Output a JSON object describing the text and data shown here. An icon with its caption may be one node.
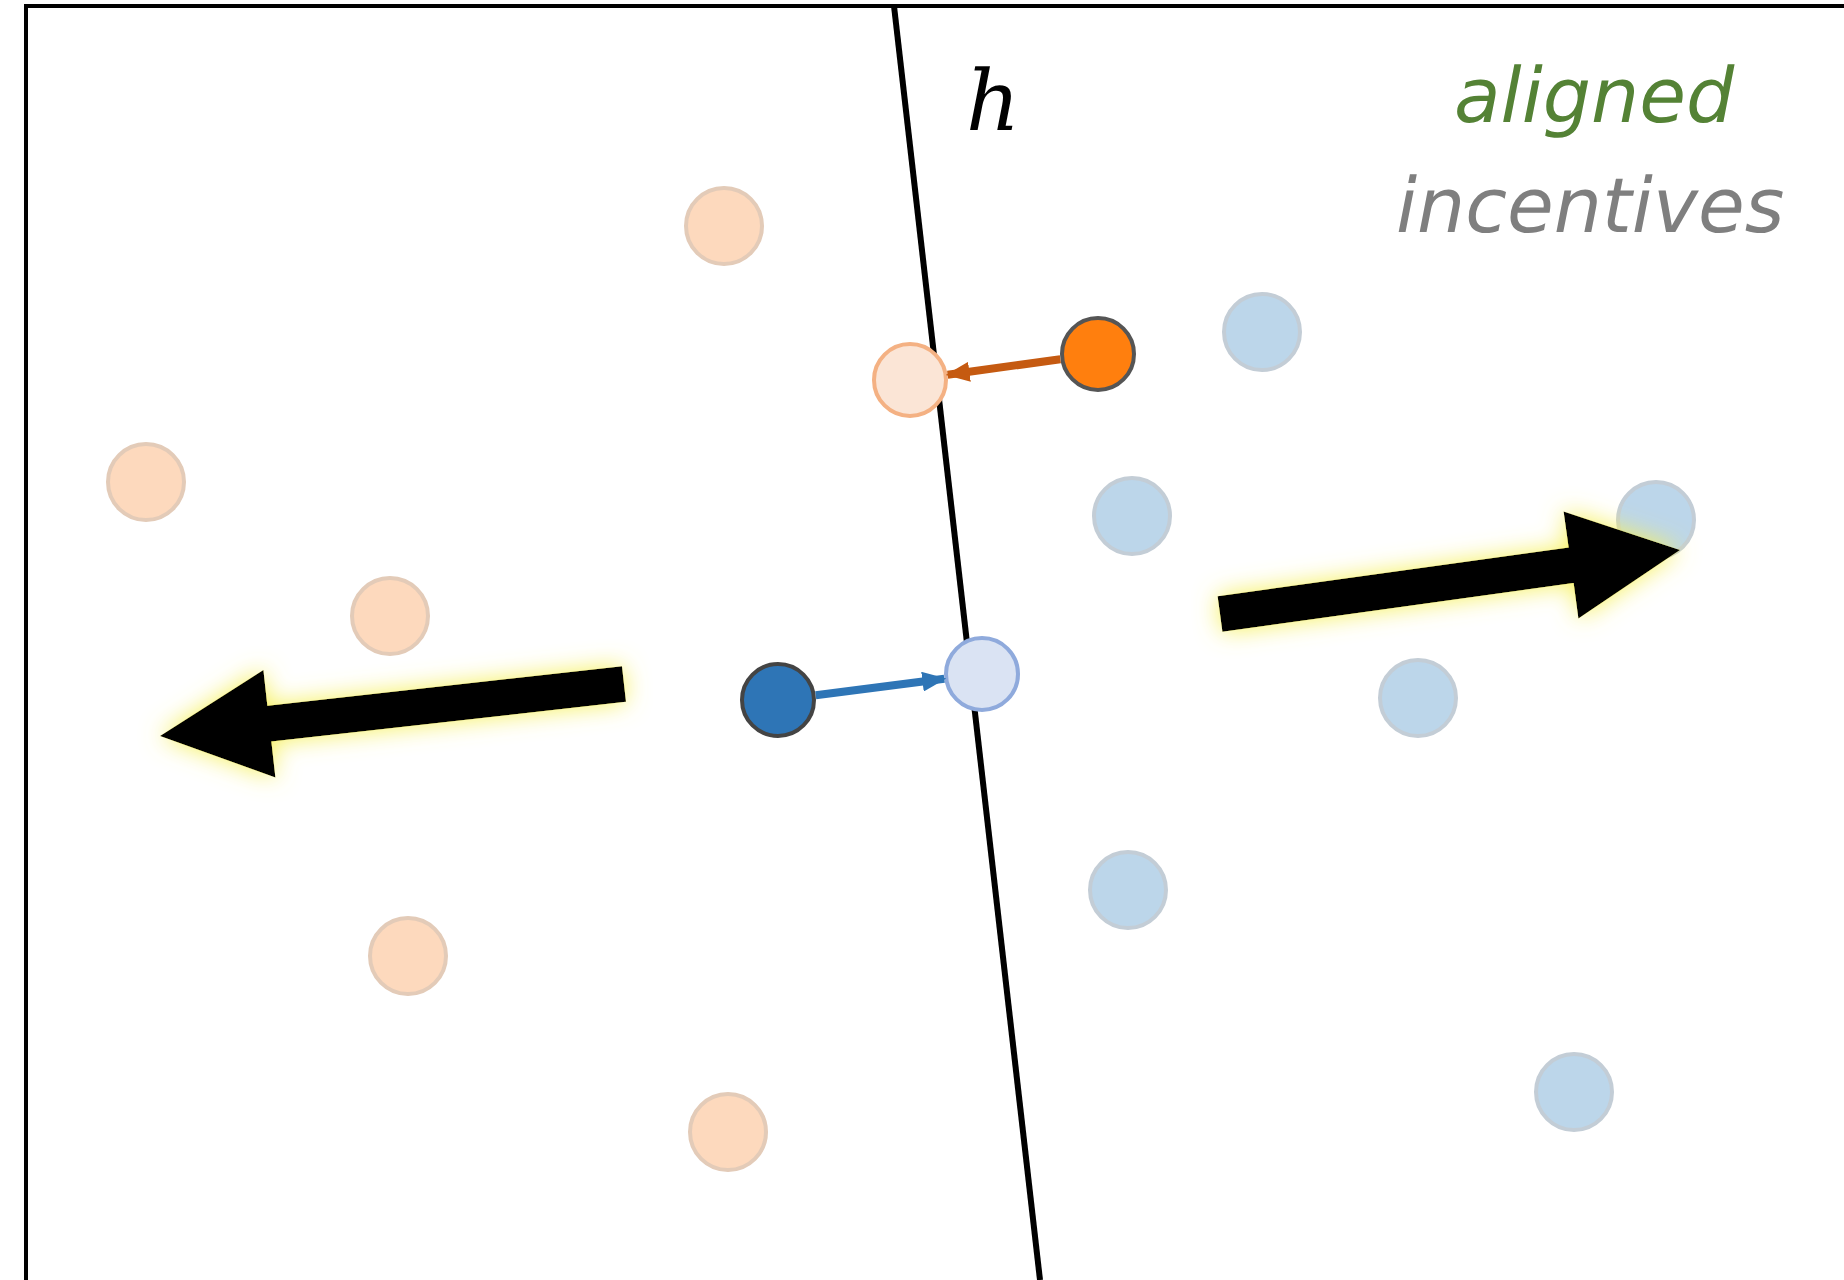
{
  "diagram": {
    "nodes": [
      {
        "text": [],
        "shape": "circle"
      },
      {
        "text": [],
        "shape": "circle"
      },
      {
        "text": [],
        "shape": "circle"
      },
      {
        "text": [],
        "shape": "circle"
      }
    ],
    "edges": [
      {
        "from": 1,
        "to": 0,
        "arrow": "to",
        "color": "#c55a11"
      },
      {
        "from": 2,
        "to": 3,
        "arrow": "to",
        "color": "#2e75b6"
      }
    ],
    "labels": [
      "h",
      "aligned",
      "incentives"
    ]
  }
}
